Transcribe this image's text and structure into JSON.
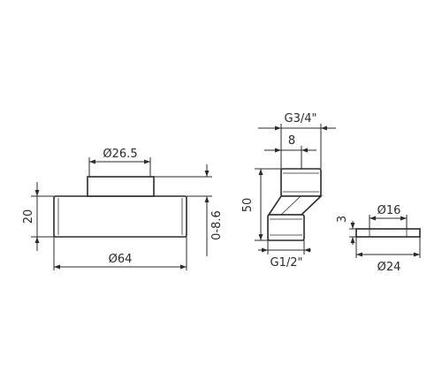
{
  "dimensions": {
    "flange_bore": "Ø26.5",
    "flange_height": "20",
    "flange_diameter": "Ø64",
    "flange_offset": "0-8.6",
    "eccentric_top_thread": "G3/4\"",
    "eccentric_width": "8",
    "eccentric_height": "50",
    "eccentric_bottom_thread": "G1/2\"",
    "washer_inner": "Ø16",
    "washer_outer": "Ø24",
    "washer_thickness": "3"
  },
  "colors": {
    "stroke": "#2a2a2a",
    "background": "#ffffff"
  }
}
